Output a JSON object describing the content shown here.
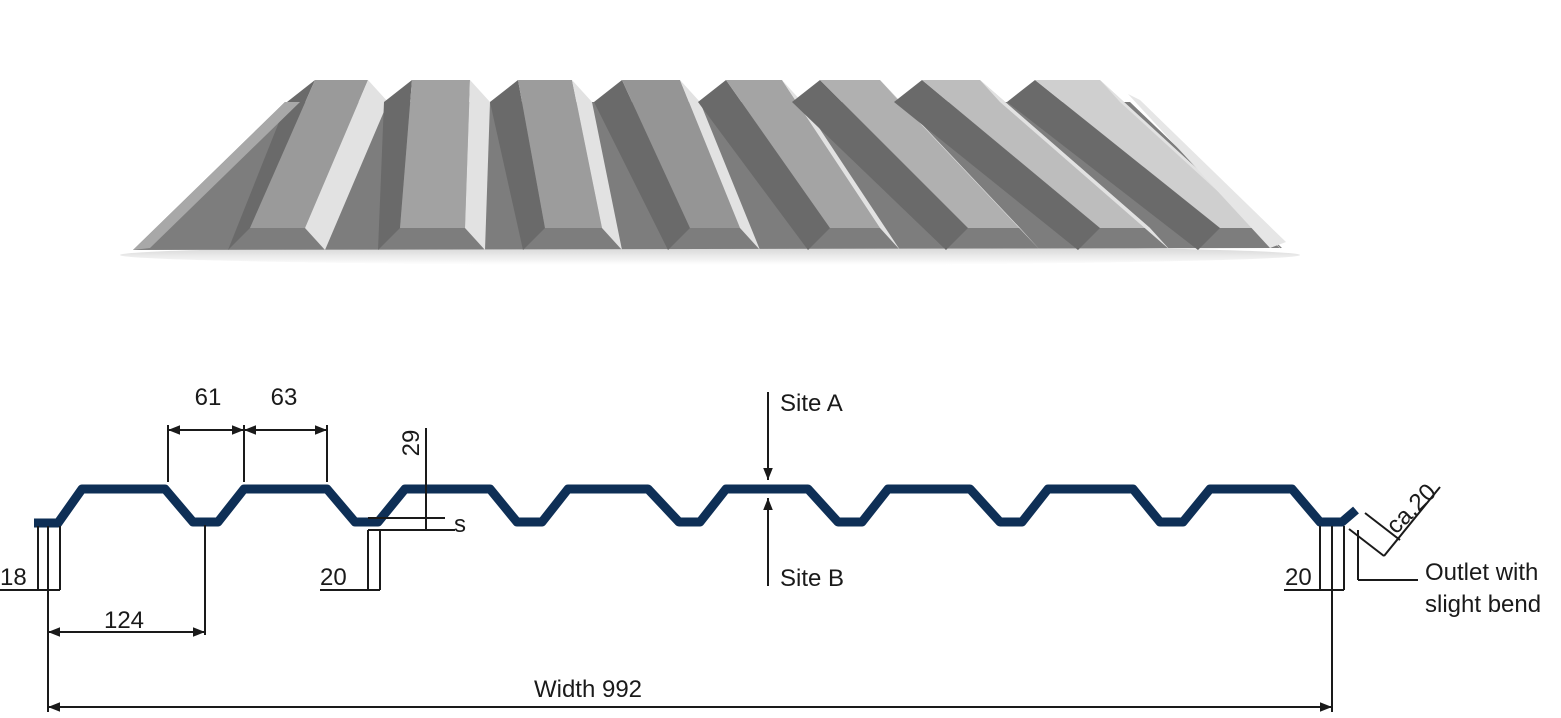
{
  "dimensions": {
    "rib_top": "61",
    "rib_gap": "63",
    "height": "29",
    "thickness": "s",
    "edge_left": "18",
    "trough_mid": "20",
    "trough_right": "20",
    "pitch": "124",
    "outlet": "ca.20",
    "width": "Width 992"
  },
  "sides": {
    "a": "Site A",
    "b": "Site B"
  },
  "outlet_note": {
    "line1": "Outlet with",
    "line2": "slight bend"
  },
  "colors": {
    "profile": "#0e2f56",
    "sheet_light": "#d6d6d6",
    "sheet_dark": "#6d6d6d"
  }
}
